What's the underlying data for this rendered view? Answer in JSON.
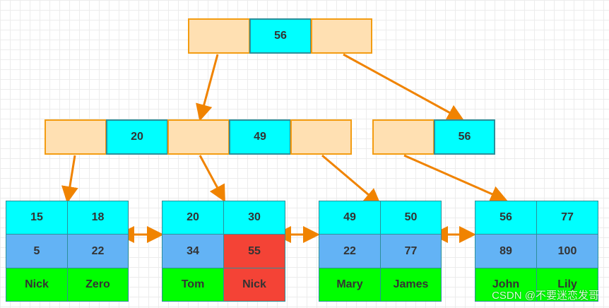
{
  "root": {
    "key": "56"
  },
  "internal": {
    "keys": [
      "20",
      "49"
    ],
    "right_key": "56"
  },
  "leaves": [
    {
      "keys": [
        "15",
        "18"
      ],
      "mid": [
        "5",
        "22"
      ],
      "names": [
        "Nick",
        "Zero"
      ]
    },
    {
      "keys": [
        "20",
        "30"
      ],
      "mid": [
        "34",
        "55"
      ],
      "names": [
        "Tom",
        "Nick"
      ]
    },
    {
      "keys": [
        "49",
        "50"
      ],
      "mid": [
        "22",
        "77"
      ],
      "names": [
        "Mary",
        "James"
      ]
    },
    {
      "keys": [
        "56",
        "77"
      ],
      "mid": [
        "89",
        "100"
      ],
      "names": [
        "John",
        "Lily"
      ]
    }
  ],
  "watermark": "CSDN @不要迷恋发哥",
  "colors": {
    "peach": "#ffe0b2",
    "cyan": "#00ffff",
    "blue": "#63b3f5",
    "green": "#00ff00",
    "red": "#f44336",
    "arrow": "#f08300"
  }
}
